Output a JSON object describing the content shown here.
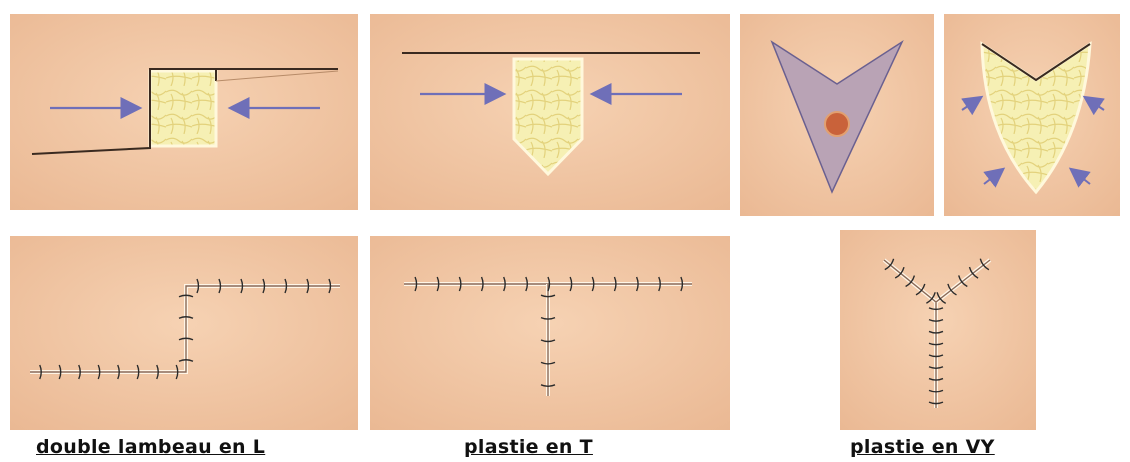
{
  "captions": {
    "l_flap": "double lambeau en L",
    "t_plasty": "plastie en T",
    "vy_plasty": "plastie en VY"
  },
  "colors": {
    "skin": "#f2c9a6",
    "skin_dark": "#e8b48c",
    "fat": "#f5eeb0",
    "fat_line": "#e2d27a",
    "arrow": "#6f6fb8",
    "incision": "#3a2a20",
    "v_excision": "#b9a3b5",
    "lesion": "#c9623a",
    "suture": "#2b2b2b"
  }
}
